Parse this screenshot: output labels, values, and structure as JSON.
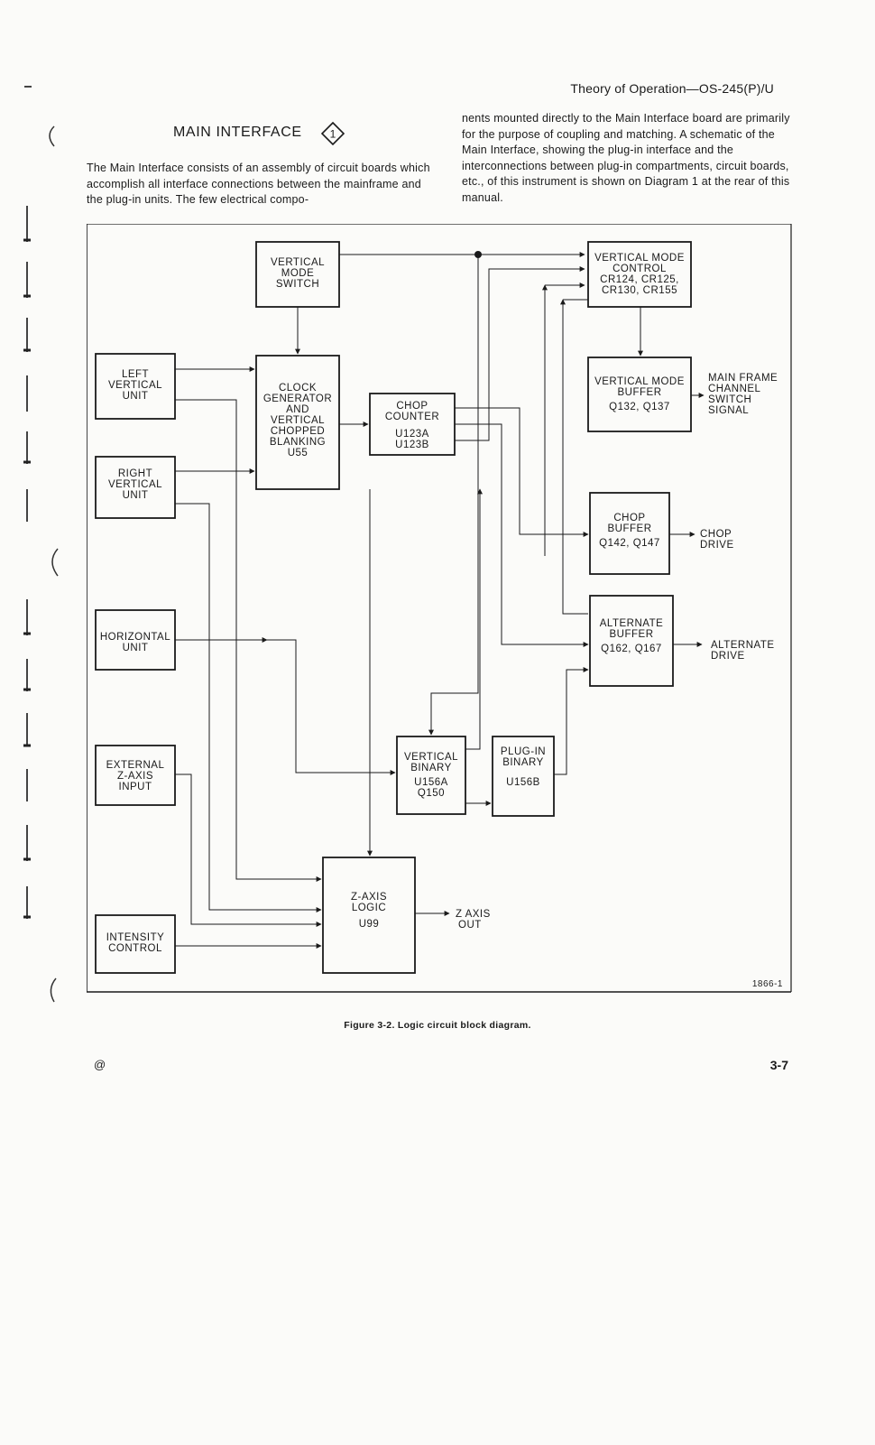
{
  "header": {
    "running_title": "Theory of Operation—OS-245(P)/U"
  },
  "section": {
    "title": "MAIN INTERFACE",
    "icon_number": "1"
  },
  "paragraphs": {
    "left": "The Main Interface consists of an assembly of circuit boards which accomplish all interface connections between the mainframe and the plug-in units. The few electrical compo-",
    "right": "nents mounted directly to the Main Interface board are primarily for the purpose of coupling and matching. A schematic of the Main Interface, showing the plug-in interface and the interconnections between plug-in compartments, circuit boards, etc., of this instrument is shown on Diagram 1 at the rear of this manual."
  },
  "diagram": {
    "blocks": {
      "vertical_mode_switch": [
        "VERTICAL",
        "MODE",
        "SWITCH"
      ],
      "left_vertical_unit": [
        "LEFT",
        "VERTICAL",
        "UNIT"
      ],
      "right_vertical_unit": [
        "RIGHT",
        "VERTICAL",
        "UNIT"
      ],
      "clock_generator": [
        "CLOCK",
        "GENERATOR",
        "AND",
        "VERTICAL",
        "CHOPPED",
        "BLANKING",
        "U55"
      ],
      "chop_counter": [
        "CHOP",
        "COUNTER",
        "U123A",
        "U123B"
      ],
      "vertical_mode_control": [
        "VERTICAL MODE",
        "CONTROL",
        "CR124, CR125,",
        "CR130, CR155"
      ],
      "vertical_mode_buffer": [
        "VERTICAL MODE",
        "BUFFER",
        "Q132, Q137"
      ],
      "chop_buffer": [
        "CHOP",
        "BUFFER",
        "Q142, Q147"
      ],
      "alternate_buffer": [
        "ALTERNATE",
        "BUFFER",
        "Q162, Q167"
      ],
      "horizontal_unit": [
        "HORIZONTAL",
        "UNIT"
      ],
      "vertical_binary": [
        "VERTICAL",
        "BINARY",
        "U156A",
        "Q150"
      ],
      "plugin_binary": [
        "PLUG-IN",
        "BINARY",
        "U156B"
      ],
      "external_z_axis_input": [
        "EXTERNAL",
        "Z-AXIS",
        "INPUT"
      ],
      "z_axis_logic": [
        "Z-AXIS",
        "LOGIC",
        "U99"
      ],
      "intensity_control": [
        "INTENSITY",
        "CONTROL"
      ]
    },
    "outputs": {
      "main_frame_channel_switch": [
        "MAIN FRAME",
        "CHANNEL",
        "SWITCH",
        "SIGNAL"
      ],
      "chop_drive": [
        "CHOP",
        "DRIVE"
      ],
      "alternate_drive": [
        "ALTERNATE",
        "DRIVE"
      ],
      "z_axis_out": [
        "Z AXIS",
        "OUT"
      ]
    },
    "figure_number": "1866-1"
  },
  "figure_caption": "Figure 3-2.  Logic circuit block diagram.",
  "footer": {
    "left_mark": "@",
    "page_number": "3-7"
  }
}
